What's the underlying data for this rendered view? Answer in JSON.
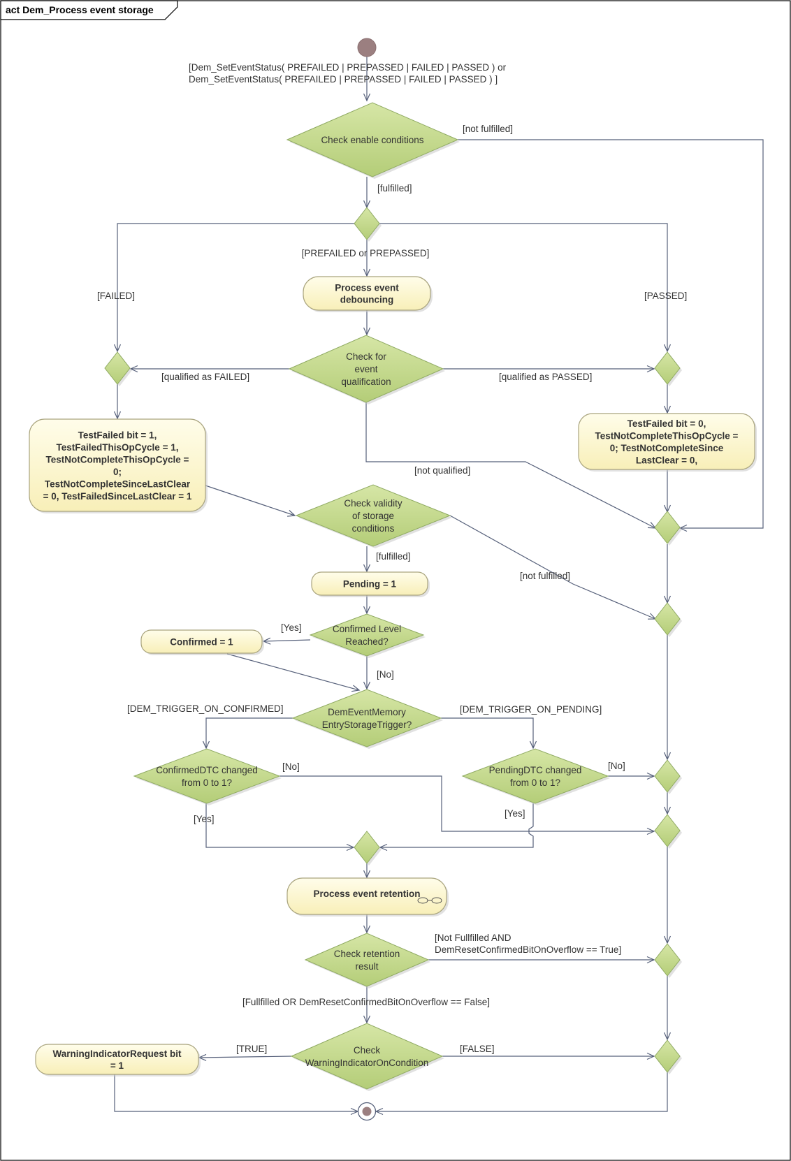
{
  "title": "act Dem_Process event storage",
  "colors": {
    "decision": "#c4d98a",
    "action": "#fcf7d2",
    "edge": "#56607a",
    "start": "#9b7f80"
  },
  "start_guard": [
    "[Dem_SetEventStatus( PREFAILED  |  PREPASSED  |  FAILED  |  PASSED ) or",
    "Dem_SetEventStatus( PREFAILED  |  PREPASSED  |  FAILED  |  PASSED ) ]"
  ],
  "decisions": {
    "enable": [
      "Check enable conditions"
    ],
    "qualification": [
      "Check for",
      "event",
      "qualification"
    ],
    "validity": [
      "Check validity",
      "of storage",
      "conditions"
    ],
    "confirmed_level": [
      "Confirmed Level",
      "Reached?"
    ],
    "trigger": [
      "DemEventMemory",
      "EntryStorageTrigger?"
    ],
    "confirmed_dtc": [
      "ConfirmedDTC changed",
      "from 0 to 1?"
    ],
    "pending_dtc": [
      "PendingDTC changed",
      "from 0 to 1?"
    ],
    "retention": [
      "Check retention",
      "result"
    ],
    "warning": [
      "Check",
      "WarningIndicatorOnCondition"
    ]
  },
  "actions": {
    "debouncing": [
      "Process event",
      "debouncing"
    ],
    "failed_bits": [
      "TestFailed bit = 1,",
      "TestFailedThisOpCycle = 1,",
      "TestNotCompleteThisOpCycle =",
      "0;",
      "TestNotCompleteSinceLastClear",
      "= 0, TestFailedSinceLastClear = 1"
    ],
    "passed_bits": [
      "TestFailed bit = 0,",
      "TestNotCompleteThisOpCycle =",
      "0; TestNotCompleteSince",
      "LastClear = 0,"
    ],
    "pending": [
      "Pending = 1"
    ],
    "confirmed": [
      "Confirmed = 1"
    ],
    "retention": [
      "Process event retention"
    ],
    "warning_bit": [
      "WarningIndicatorRequest bit",
      "= 1"
    ]
  },
  "guards": {
    "not_fulfilled_1": "[not fulfilled]",
    "fulfilled_1": "[fulfilled]",
    "prefailed_prepassed": "[PREFAILED or PREPASSED]",
    "failed": "[FAILED]",
    "passed": "[PASSED]",
    "qualified_failed": "[qualified as FAILED]",
    "qualified_passed": "[qualified as PASSED]",
    "not_qualified": "[not qualified]",
    "fulfilled_2": "[fulfilled]",
    "not_fulfilled_2": "[not fulfilled]",
    "yes_1": "[Yes]",
    "no_1": "[No]",
    "on_confirmed": "[DEM_TRIGGER_ON_CONFIRMED]",
    "on_pending": "[DEM_TRIGGER_ON_PENDING]",
    "no_2": "[No]",
    "no_3": "[No]",
    "yes_2": "[Yes]",
    "yes_3": "[Yes]",
    "retention_fail": [
      "[Not Fullfilled AND",
      "DemResetConfirmedBitOnOverflow == True]"
    ],
    "retention_ok": "[Fullfilled OR DemResetConfirmedBitOnOverflow == False]",
    "true": "[TRUE]",
    "false": "[FALSE]"
  }
}
